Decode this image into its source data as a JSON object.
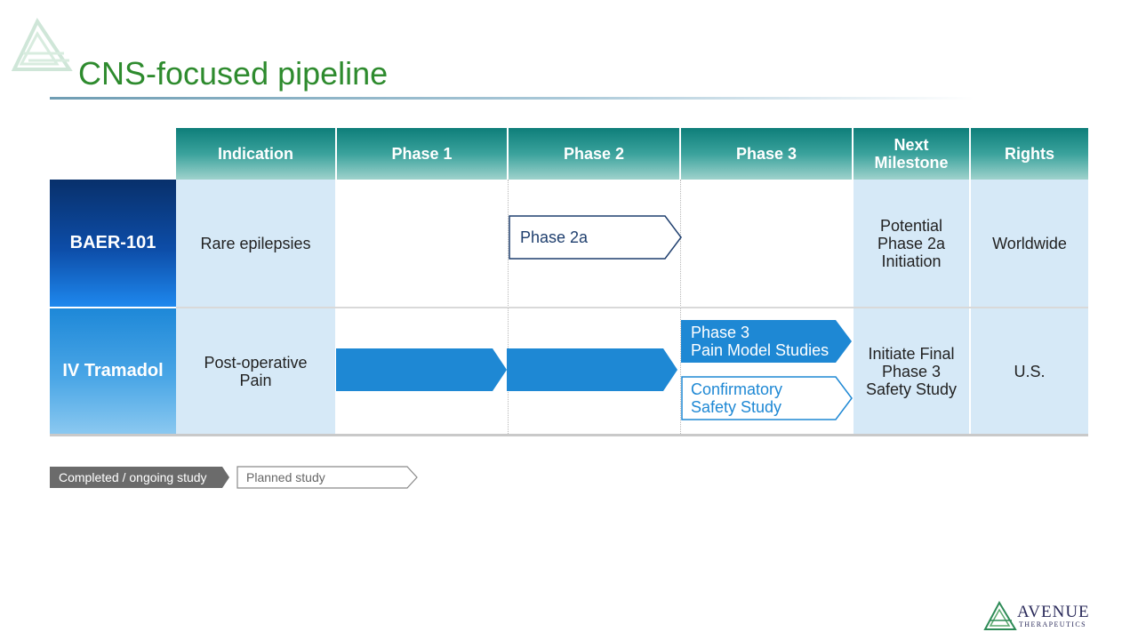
{
  "title": "CNS-focused pipeline",
  "headers": {
    "indication": "Indication",
    "phase1": "Phase 1",
    "phase2": "Phase 2",
    "phase3": "Phase 3",
    "next_milestone_line1": "Next",
    "next_milestone_line2": "Milestone",
    "rights": "Rights"
  },
  "rows": [
    {
      "name": "BAER-101",
      "indication": "Rare epilepsies",
      "arrow_label": "Phase 2a",
      "milestone": [
        "Potential",
        "Phase 2a",
        "Initiation"
      ],
      "rights": "Worldwide"
    },
    {
      "name": "IV Tramadol",
      "indication": [
        "Post-operative",
        "Pain"
      ],
      "phase3_completed": [
        "Phase 3",
        "Pain Model Studies"
      ],
      "phase3_planned": [
        "Confirmatory",
        "Safety Study"
      ],
      "milestone": [
        "Initiate Final",
        "Phase 3",
        "Safety Study"
      ],
      "rights": "U.S."
    }
  ],
  "legend": {
    "completed": "Completed / ongoing study",
    "planned": "Planned study"
  },
  "logo": {
    "name": "AVENUE",
    "tagline": "THERAPEUTICS"
  },
  "colors": {
    "title_green": "#2e8b2e",
    "header_teal": "#0e7e7a",
    "completed_blue": "#1e88d4",
    "planned_outline_blue": "#1e88d4",
    "baer_outline_navy": "#1f3f6e",
    "legend_gray": "#6b6b6b"
  }
}
